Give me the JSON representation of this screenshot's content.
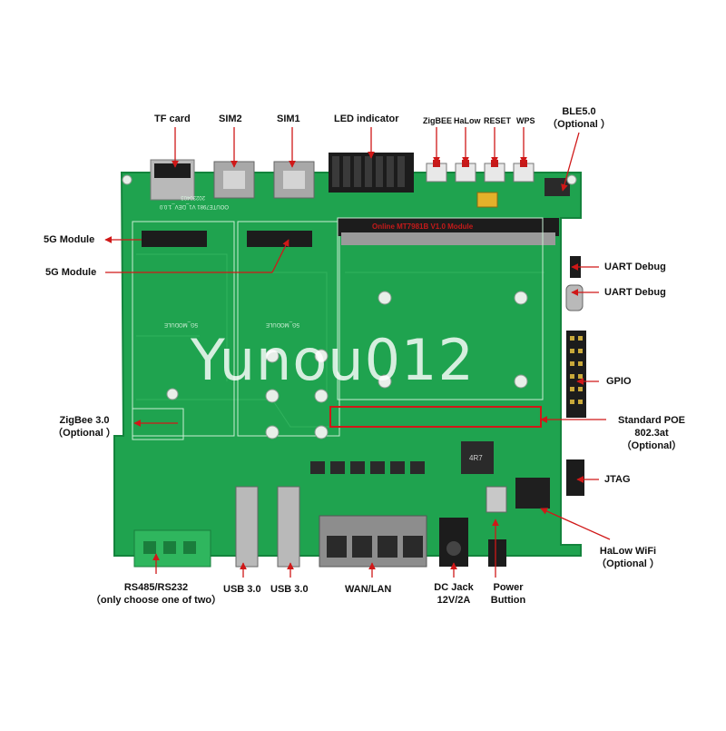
{
  "colors": {
    "pcb": "#1fa34f",
    "pcb_dark": "#14843d",
    "silk": "#d8f3df",
    "arrow": "#d01818",
    "label": "#111111",
    "metal": "#b9b9b9",
    "connector_black": "#1c1c1c",
    "terminal_green": "#2fb65e"
  },
  "board_silk": {
    "serial_code": "OOUTE7981 V1_DEV_1.0.0",
    "date_code": "20230403",
    "module_left": "5G_MODULE",
    "module_right": "5G_MODULE",
    "core_module": "Online MT7981B V1.0 Module",
    "inductor": "4R7"
  },
  "watermark": "Yunou012",
  "labels": {
    "tf_card": "TF card",
    "sim2": "SIM2",
    "sim1": "SIM1",
    "led": "LED indicator",
    "zigbee_btn": "ZigBEE",
    "halow_btn": "HaLow",
    "reset_btn": "RESET",
    "wps_btn": "WPS",
    "ble_line1": "BLE5.0",
    "ble_line2": "（Optional ）",
    "module_5g_a": "5G Module",
    "module_5g_b": "5G Module",
    "uart_1": "UART Debug",
    "uart_2": "UART Debug",
    "gpio": "GPIO",
    "poe_line1": "Standard POE",
    "poe_line2": "802.3at",
    "poe_line3": "（Optional）",
    "zigbee_line1": "ZigBee 3.0",
    "zigbee_line2": "（Optional ）",
    "jtag": "JTAG",
    "halow_wifi_line1": "HaLow WiFi",
    "halow_wifi_line2": "（Optional ）",
    "rs_line1": "RS485/RS232",
    "rs_line2": "（only choose one of two）",
    "usb_a": "USB 3.0",
    "usb_b": "USB 3.0",
    "wan_lan": "WAN/LAN",
    "dc_line1": "DC Jack",
    "dc_line2": "12V/2A",
    "power_line1": "Power",
    "power_line2": "Buttion"
  }
}
